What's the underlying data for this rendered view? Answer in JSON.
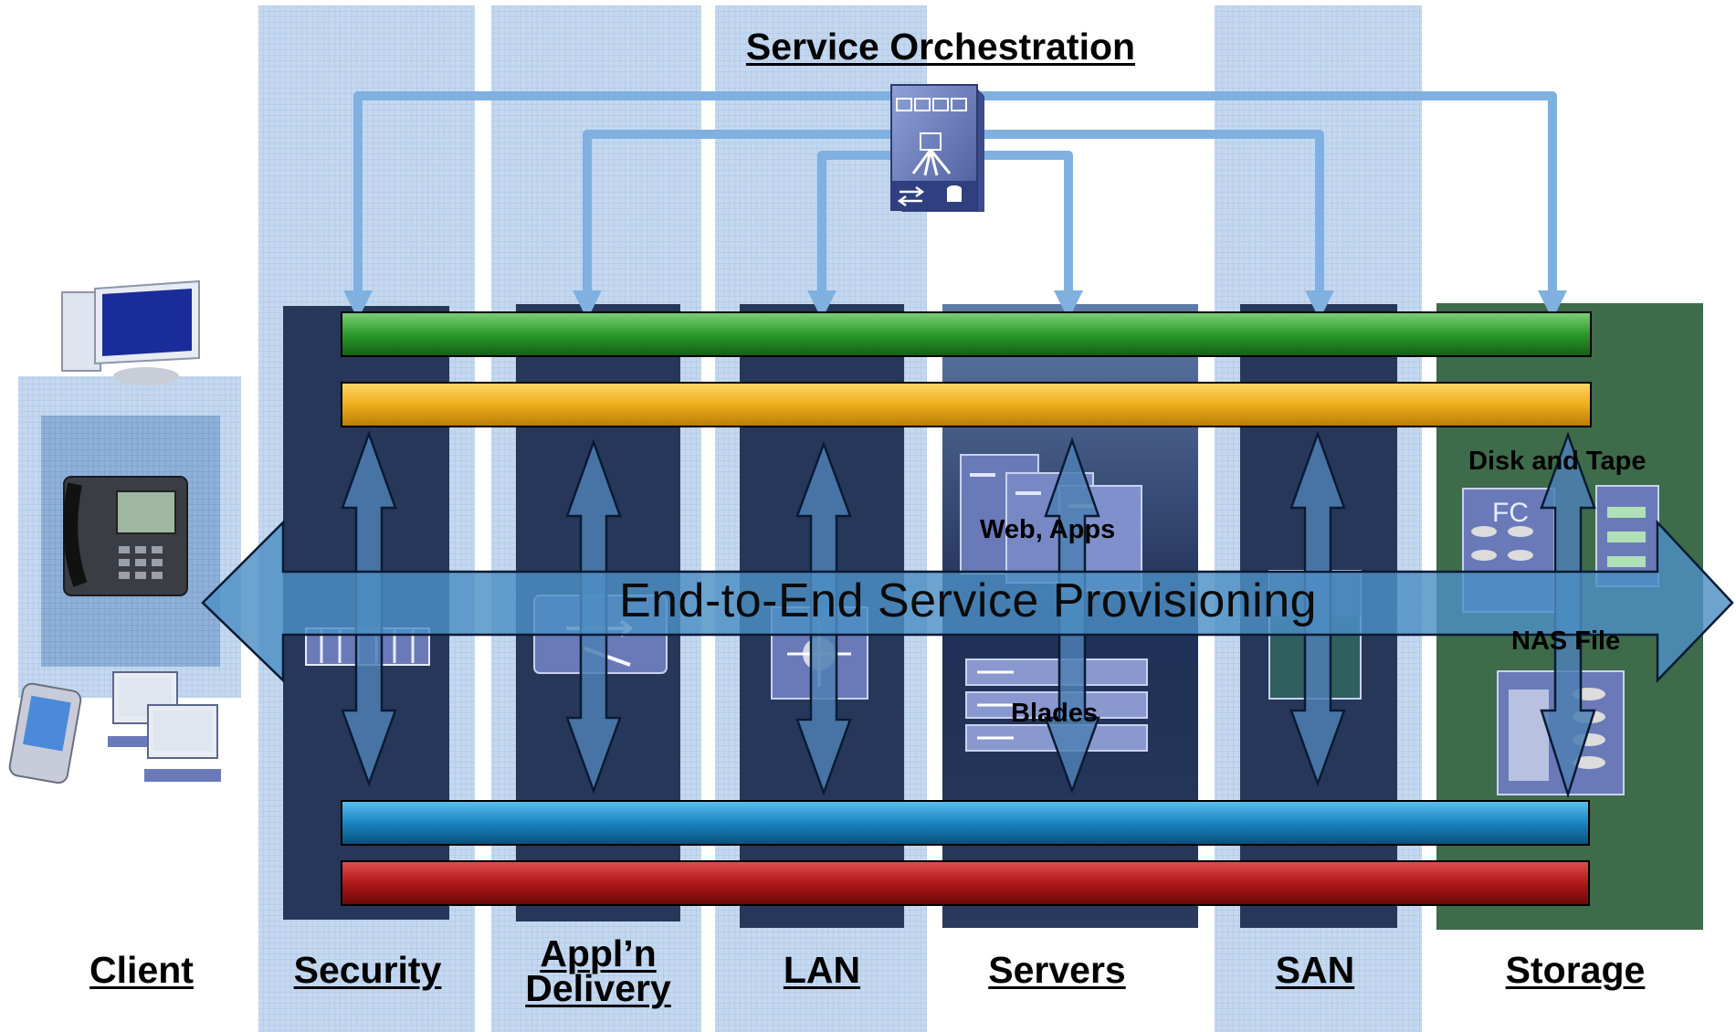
{
  "title": "Service Orchestration",
  "banner": "End-to-End Service Provisioning",
  "columns": {
    "client": "Client",
    "security": "Security",
    "appln": "Appl’n\nDelivery",
    "lan": "LAN",
    "servers": "Servers",
    "san": "SAN",
    "storage": "Storage"
  },
  "labels": {
    "web_apps": "Web, Apps",
    "blades": "Blades",
    "disk_tape": "Disk and Tape",
    "fc": "FC",
    "nas_file": "NAS File"
  },
  "colors": {
    "column_shade": "#bcd3ec",
    "panel_dark": "#2a3a5c",
    "storage_panel": "#3e6b4a",
    "bar_green": "#2d9a2d",
    "bar_yellow": "#f0b020",
    "bar_blue": "#1a86c2",
    "bar_red": "#b01818",
    "orchestration_lines": "#7fb0e0"
  }
}
